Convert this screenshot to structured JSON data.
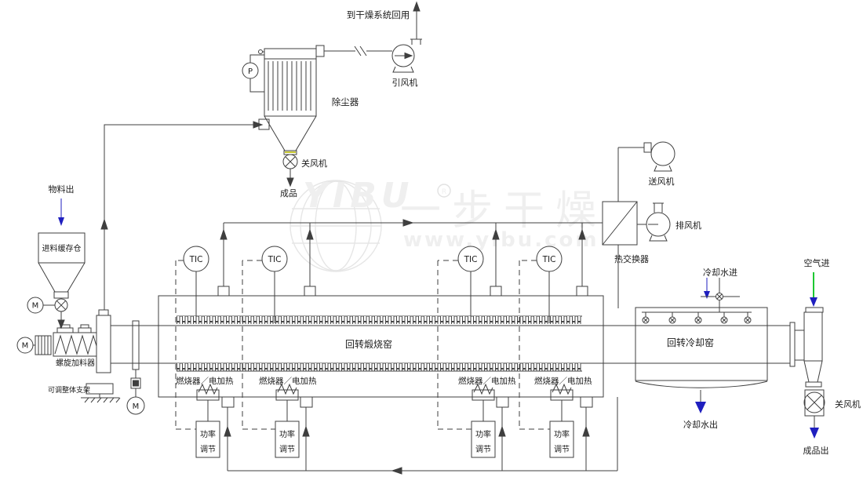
{
  "watermark": {
    "brand_cn": "一步干燥",
    "website": "www.yibu.com",
    "registered": "®",
    "logo_word": "YIBU"
  },
  "dedusting": {
    "dust_collector": "除尘器",
    "pressure_gauge": "P",
    "induced_draft_fan": "引风机",
    "to_drying_system": "到干燥系统回用",
    "rotary_airlock": "关风机",
    "product": "成品"
  },
  "feeding": {
    "material_out": "物料出",
    "buffer_silo": "进料缓存仓",
    "screw_feeder": "螺旋加料器",
    "adjustable_support": "可调整体支架",
    "motor": "M"
  },
  "kiln": {
    "name": "回转煅烧窑",
    "controller": "TIC",
    "zones": [
      {
        "heater": "燃烧器／电加热",
        "reg1": "功率",
        "reg2": "调节"
      },
      {
        "heater": "燃烧器／电加热",
        "reg1": "功率",
        "reg2": "调节"
      },
      {
        "heater": "燃烧器／电加热",
        "reg1": "功率",
        "reg2": "调节"
      },
      {
        "heater": "燃烧器／电加热",
        "reg1": "功率",
        "reg2": "调节"
      }
    ]
  },
  "heat_recovery": {
    "supply_fan": "送风机",
    "exhaust_fan": "排风机",
    "heat_exchanger": "热交换器"
  },
  "cooling": {
    "name": "回转冷却窑",
    "water_in": "冷却水进",
    "water_out": "冷却水出"
  },
  "discharge": {
    "air_in": "空气进",
    "rotary_airlock": "关风机",
    "product_out": "成品出"
  },
  "colors": {
    "line": "#3f3f3f",
    "blue_arrow": "#1f1fbf",
    "green_arrow": "#1ec832",
    "watermark": "#e9e9e9"
  }
}
